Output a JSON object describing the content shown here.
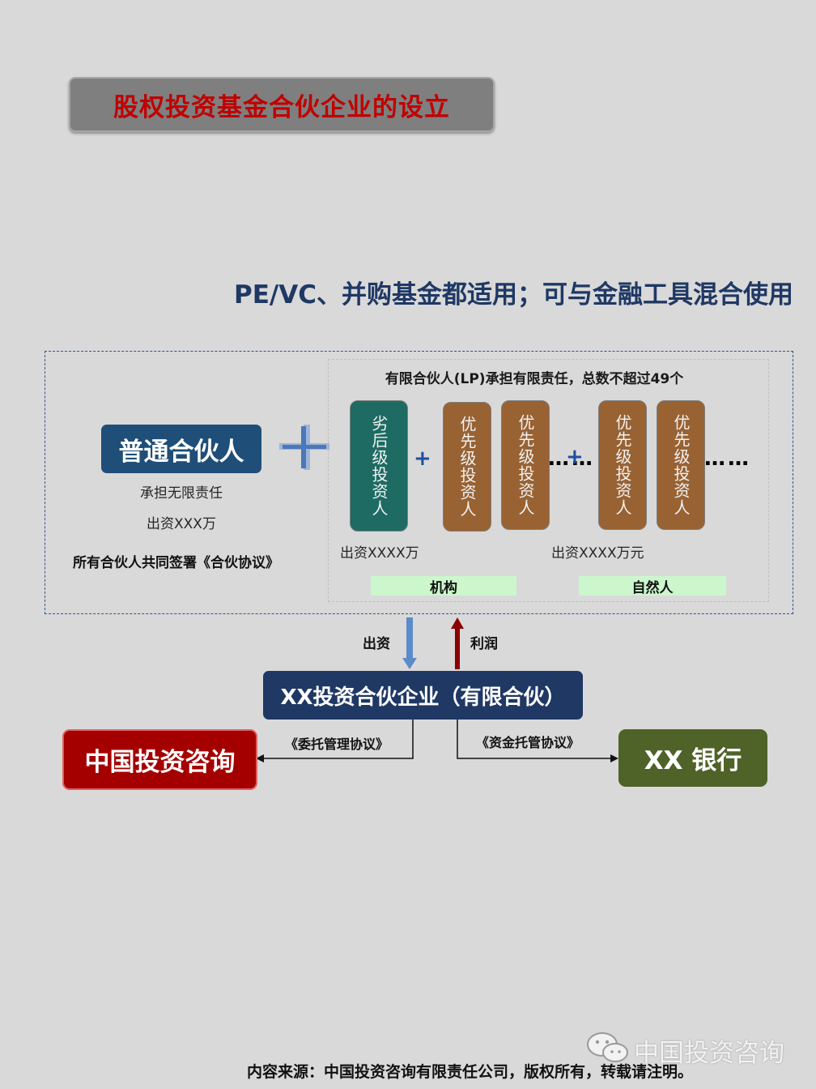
{
  "title": "股权投资基金合伙企业的设立",
  "subtitle": "PE/VC、并购基金都适用；可与金融工具混合使用",
  "general_partner": {
    "label": "普通合伙人",
    "liability": "承担无限责任",
    "contribution": "出资XXX万",
    "agreement_note": "所有合伙人共同签署《合伙协议》"
  },
  "limited_partners": {
    "header": "有限合伙人(LP)承担有限责任，总数不超过49个",
    "investors": [
      {
        "label": "劣后级投资人",
        "color": "#1d6b63"
      },
      {
        "label": "优先级投资人",
        "color": "#986233"
      },
      {
        "label": "优先级投资人",
        "color": "#986233"
      },
      {
        "label": "优先级投资人",
        "color": "#986233"
      },
      {
        "label": "优先级投资人",
        "color": "#986233"
      }
    ],
    "plus_symbol": "+",
    "ellipsis": "……",
    "institution_contribution": "出资XXXX万",
    "individual_contribution": "出资XXXX万元",
    "institution_label": "机构",
    "individual_label": "自然人"
  },
  "flows": {
    "capital_label": "出资",
    "profit_label": "利润",
    "capital_arrow_color": "#5b8bc9",
    "profit_arrow_color": "#8b0000"
  },
  "entity": {
    "label": "XX投资合伙企业（有限合伙）"
  },
  "manager": {
    "label": "中国投资咨询",
    "agreement": "《委托管理协议》"
  },
  "custodian": {
    "label": "XX 银行",
    "agreement": "《资金托管协议》"
  },
  "watermark": {
    "text": "中国投资咨询",
    "icon": "wechat-icon"
  },
  "footer": "内容来源：中国投资咨询有限责任公司，版权所有，转载请注明。"
}
